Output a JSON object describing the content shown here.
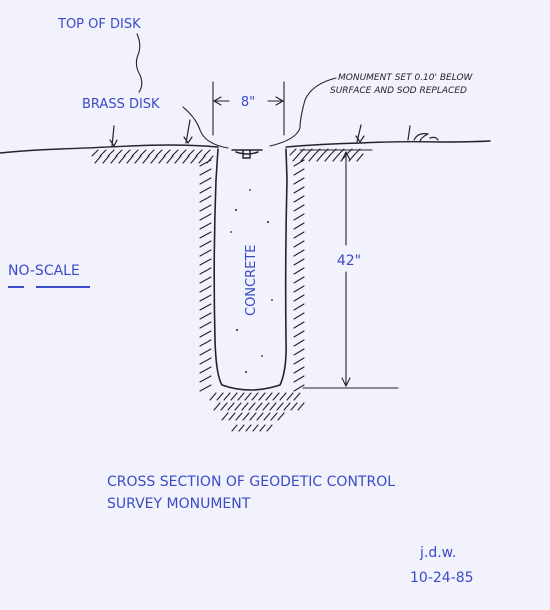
{
  "labels": {
    "top_of_disk": "TOP OF DISK",
    "brass_disk": "BRASS DISK",
    "width": "8\"",
    "note_line1": "MONUMENT SET 0.10' BELOW",
    "note_line2": "SURFACE AND SOD REPLACED",
    "concrete": "CONCRETE",
    "depth": "42\"",
    "no_scale": "NO-SCALE",
    "caption_line1": "CROSS SECTION OF GEODETIC CONTROL",
    "caption_line2": "SURVEY MONUMENT",
    "initials": "j.d.w.",
    "date": "10-24-85"
  },
  "colors": {
    "ink": "#23232c",
    "label_blue": "#3b4bc8",
    "paper": "#f1f2fb"
  }
}
